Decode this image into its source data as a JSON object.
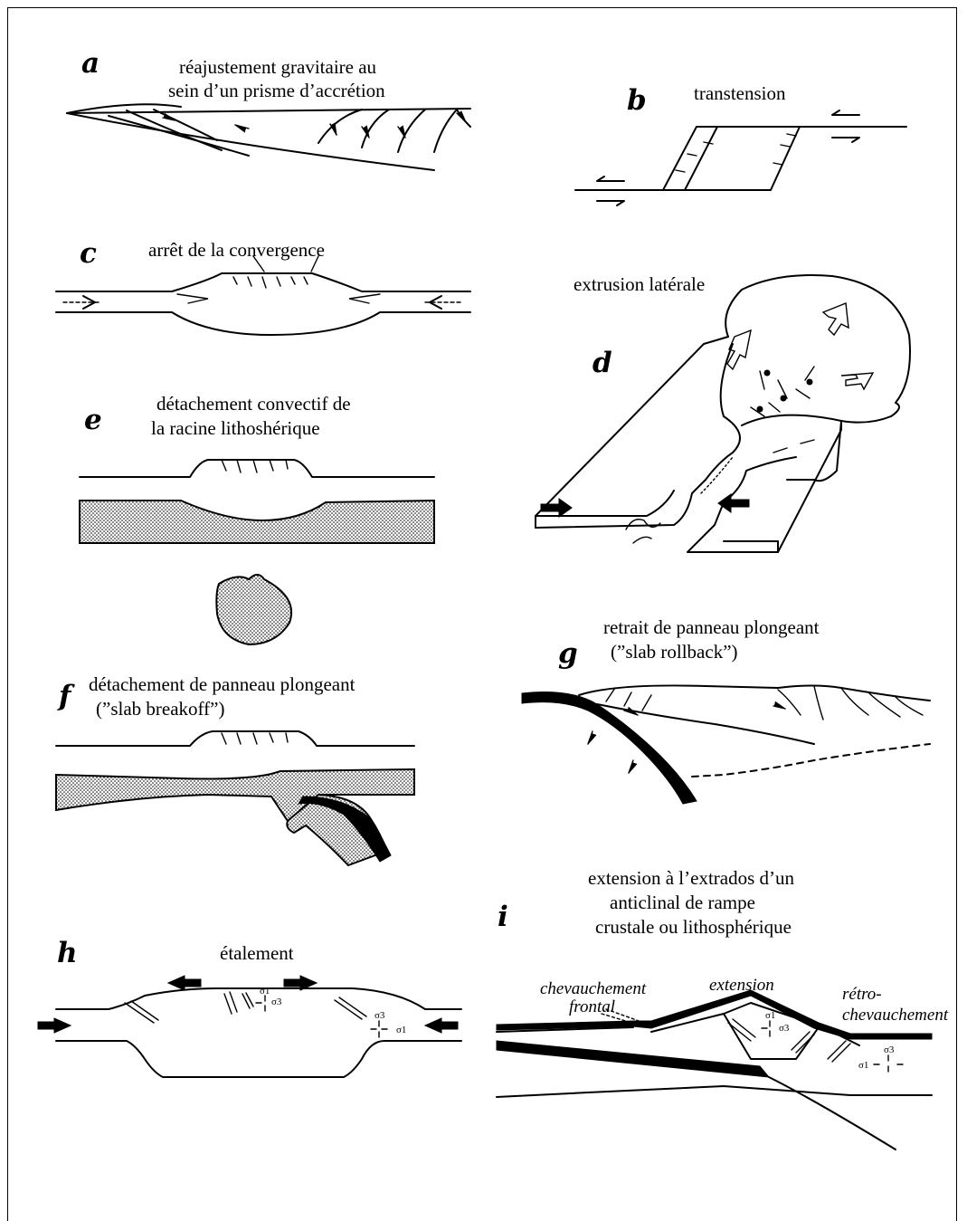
{
  "panels": {
    "a": {
      "letter": "a",
      "caption_lines": [
        "réajustement gravitaire au",
        "sein d’un prisme d’accrétion"
      ]
    },
    "b": {
      "letter": "b",
      "caption_lines": [
        "transtension"
      ]
    },
    "c": {
      "letter": "c",
      "caption_lines": [
        "arrêt de la convergence"
      ]
    },
    "d": {
      "letter": "d",
      "caption_lines": [
        "extrusion latérale"
      ]
    },
    "e": {
      "letter": "e",
      "caption_lines": [
        "détachement convectif de",
        "la racine lithoshérique"
      ]
    },
    "f": {
      "letter": "f",
      "caption_lines": [
        "détachement de panneau plongeant",
        "(”slab breakoff”)"
      ]
    },
    "g": {
      "letter": "g",
      "caption_lines": [
        "retrait de panneau plongeant",
        "(”slab rollback”)"
      ]
    },
    "h": {
      "letter": "h",
      "caption_lines": [
        "étalement"
      ],
      "stress_labels": [
        "σ1",
        "σ3",
        "σ3",
        "σ1"
      ]
    },
    "i": {
      "letter": "i",
      "caption_lines": [
        "extension à l’extrados d’un",
        "anticlinal de  rampe",
        "crustale ou lithosphérique"
      ],
      "labels": {
        "frontal_1": "chevauchement",
        "frontal_2": "frontal",
        "extension": "extension",
        "retro_1": "rétro-",
        "retro_2": "chevauchement"
      },
      "stress_labels": [
        "σ1",
        "σ3",
        "σ3",
        "σ1"
      ]
    }
  }
}
